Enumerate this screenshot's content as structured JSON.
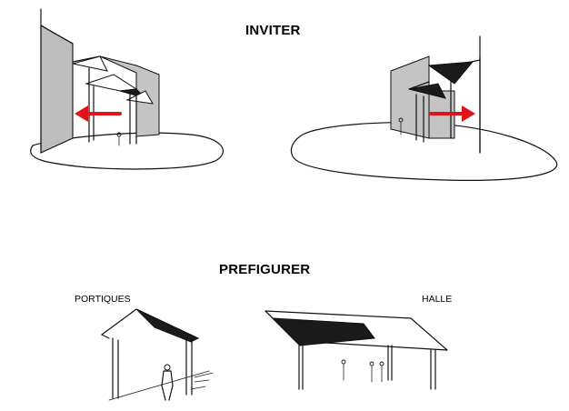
{
  "titles": {
    "inviter": "INVITER",
    "prefigurer": "PREFIGURER"
  },
  "labels": {
    "portiques": "PORTIQUES",
    "halle": "HALLE"
  },
  "colors": {
    "arrow": "#e0141a",
    "wall_shade": "#bdbdbd",
    "canopy_dark": "#1a1a1a"
  },
  "icons": {
    "arrow_left": "red-arrow-left-icon",
    "arrow_right": "red-arrow-right-icon"
  }
}
